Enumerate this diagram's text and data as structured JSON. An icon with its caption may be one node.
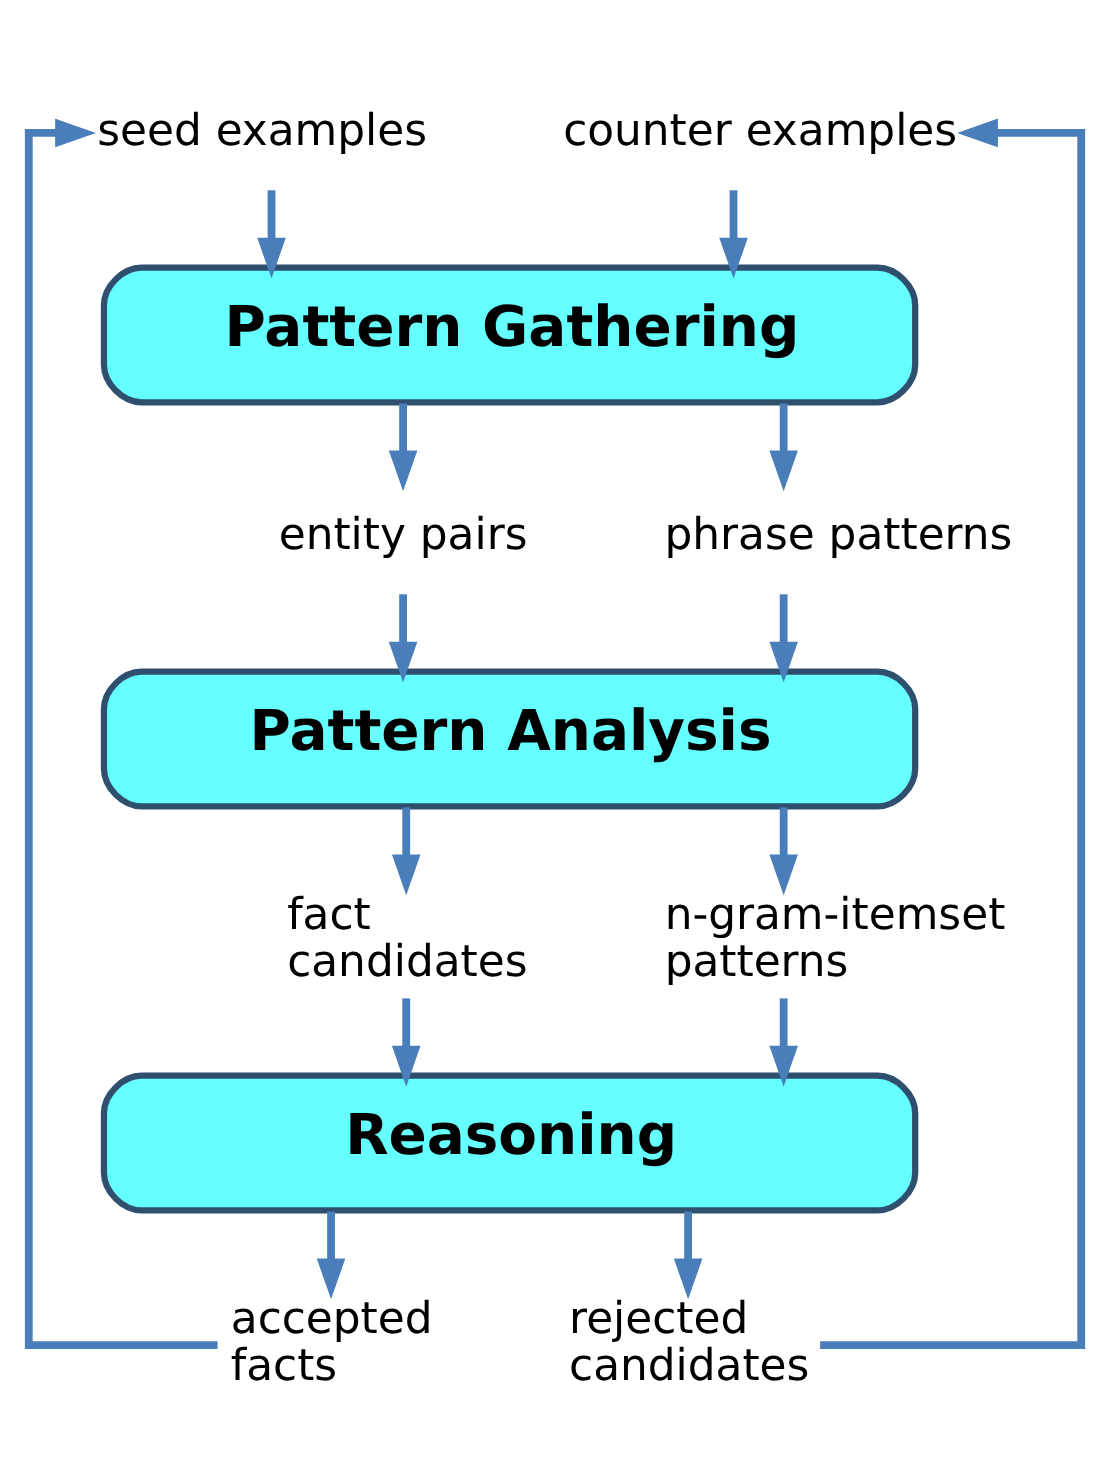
{
  "diagram": {
    "nodes": [
      {
        "text": [
          "seed examples"
        ]
      },
      {
        "text": [
          "counter examples"
        ]
      },
      {
        "text": [
          "Pattern Gathering"
        ]
      },
      {
        "text": [
          "entity pairs"
        ]
      },
      {
        "text": [
          "phrase patterns"
        ]
      },
      {
        "text": [
          "Pattern Analysis"
        ]
      },
      {
        "text": [
          "fact candidates"
        ]
      },
      {
        "text": [
          "n-gram-itemset patterns"
        ]
      },
      {
        "text": [
          "Reasoning"
        ]
      },
      {
        "text": [
          "accepted facts"
        ]
      },
      {
        "text": [
          "rejected candidates"
        ]
      }
    ],
    "edges": [
      {
        "from": 0,
        "to": 2,
        "arrow": "to"
      },
      {
        "from": 1,
        "to": 2,
        "arrow": "to"
      },
      {
        "from": 2,
        "to": 3,
        "arrow": "to"
      },
      {
        "from": 2,
        "to": 4,
        "arrow": "to"
      },
      {
        "from": 3,
        "to": 5,
        "arrow": "to"
      },
      {
        "from": 4,
        "to": 5,
        "arrow": "to"
      },
      {
        "from": 5,
        "to": 6,
        "arrow": "to"
      },
      {
        "from": 5,
        "to": 7,
        "arrow": "to"
      },
      {
        "from": 6,
        "to": 8,
        "arrow": "to"
      },
      {
        "from": 7,
        "to": 8,
        "arrow": "to"
      },
      {
        "from": 8,
        "to": 9,
        "arrow": "to"
      },
      {
        "from": 8,
        "to": 10,
        "arrow": "to"
      },
      {
        "from": 9,
        "to": 0,
        "arrow": "to"
      },
      {
        "from": 10,
        "to": 1,
        "arrow": "to"
      }
    ]
  }
}
